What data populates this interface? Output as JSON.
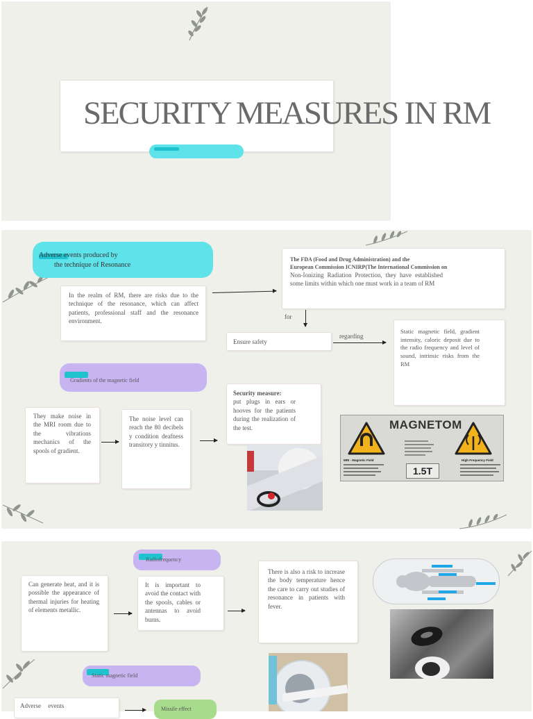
{
  "slide1": {
    "title": "SECURITY MEASURES IN RM"
  },
  "slide2": {
    "adverse_title_1": "Adverse events produced by",
    "adverse_title_2": "the technique of Resonance",
    "intro": "In the realm of RM, there are risks due to the technique of the resonance, which can affect patients, professional staff and the resonance environment.",
    "fda_line1": "The FDA (Food and Drug Administration) and the",
    "fda_line2": "European Commission ICNIRP(The International Commission on",
    "fda_rest": "Non-Ionizing Radiation Protection, they have established some limits within which one must work in a team of RM",
    "for_label": "for",
    "ensure_safety": "Ensure safety",
    "regarding_label": "regarding",
    "static_field_text": "Static magnetic field, gradient intensity, caloric deposit due to the radio frequency and level of sound, intrinsic risks from the RM",
    "gradients_title": "Gradients of the magnetic field",
    "noise_text": "They make noise in the MRI room due to the vibrations mechanics of the spools of gradient.",
    "noise_level_text": "The noise level can reach the 80 decibels y condition deafness transitory y tinnitus.",
    "security_label": "Security measure:",
    "security_text": "put plugs in ears or hooves for the patients during the realization of the test.",
    "sign": {
      "brand": "MAGNETOM",
      "tesla": "1.5T",
      "left_caption": "MRI - Magnetic Field",
      "right_caption": "High Frequency Field"
    }
  },
  "slide3": {
    "radiofrequency_title": "Radiofrequency",
    "heat_text": "Can generate heat, and it is possible the appearance of thermal injuries for heating of elements metallic.",
    "avoid_text": "It is important to avoid the contact with the spools, cables or antennas to avoid burns.",
    "risk_text": "There is also a risk to increase the body temperature hence the care to carry out studies of resonance in patients with fever.",
    "static_title": "Static magnetic field",
    "adverse_events": "Adverse events",
    "missile_effect": "Missile effect"
  },
  "colors": {
    "slide_bg": "#eff0ea",
    "cyan": "#5fe3ea",
    "cyan_highlight": "#1fc3cf",
    "lavender": "#c9b4f2",
    "green": "#a7dc8c",
    "warning_yellow": "#f2b21b"
  }
}
